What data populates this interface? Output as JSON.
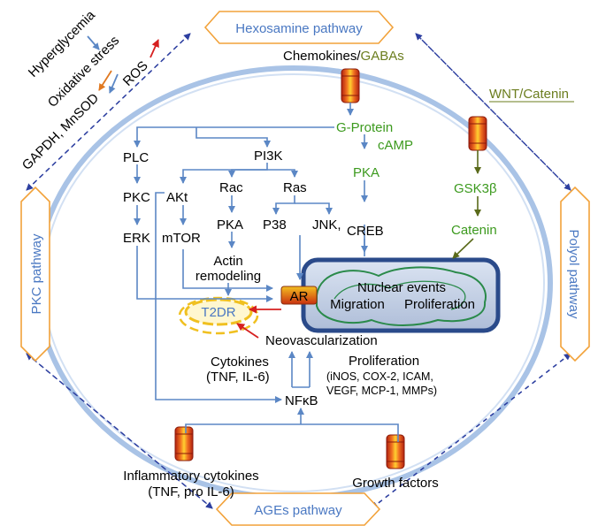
{
  "pathways": {
    "hexosamine": "Hexosamine pathway",
    "pkc": "PKC pathway",
    "polyol": "Polyol pathway",
    "ages": "AGEs pathway",
    "wnt": "WNT/Catenin"
  },
  "stress": {
    "hyperglycemia": "Hyperglycemia",
    "oxidative": "Oxidative stress",
    "ros": "ROS",
    "gapdh": "GAPDH, MnSOD"
  },
  "receptors": {
    "chemokines": "Chemokines/",
    "gabas": "GABAs",
    "inflammatory": "Inflammatory cytokines",
    "inflammatory_sub": "(TNF, pro IL-6)",
    "growth": "Growth factors"
  },
  "signaling": {
    "gprotein": "G-Protein",
    "camp": "cAMP",
    "pka_right": "PKA",
    "creb": "CREB",
    "plc": "PLC",
    "pi3k": "PI3K",
    "pkc": "PKC",
    "akt": "AKt",
    "rac": "Rac",
    "ras": "Ras",
    "erk": "ERK",
    "mtor": "mTOR",
    "pka_mid": "PKA",
    "p38": "P38",
    "jnk": "JNK,",
    "actin1": "Actin",
    "actin2": "remodeling",
    "gsk": "GSK3β",
    "catenin": "Catenin"
  },
  "nucleus": {
    "title": "Nuclear events",
    "migration": "Migration",
    "proliferation": "Proliferation",
    "ar": "AR"
  },
  "outcomes": {
    "t2dr": "T2DR",
    "neovasc": "Neovascularization",
    "cytokines": "Cytokines",
    "cytokines_sub": "(TNF, IL-6)",
    "prolif": "Proliferation",
    "prolif_1": "(iNOS, COX-2, ICAM,",
    "prolif_2": "VEGF, MCP-1, MMPs)",
    "nfkb": "NFκB"
  },
  "colors": {
    "cell_outer": "#a9c3e6",
    "line_blue": "#5b87c5",
    "dash_navy": "#2d3fa0",
    "hex_border": "#f2a23a",
    "nucleus_fill": "#bfcde3",
    "nucleus_border": "#2a4a8a",
    "green_text": "#3c9a1e",
    "red_arrow": "#d62020"
  }
}
